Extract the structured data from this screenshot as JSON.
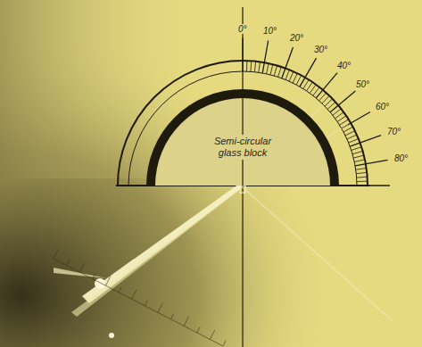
{
  "diagram": {
    "nodes": [
      {
        "text": [
          "Semi-circular glass block"
        ]
      }
    ],
    "labels": [
      "0°",
      "10°",
      "20°",
      "30°",
      "40°",
      "50°",
      "60°",
      "70°",
      "80°"
    ]
  }
}
